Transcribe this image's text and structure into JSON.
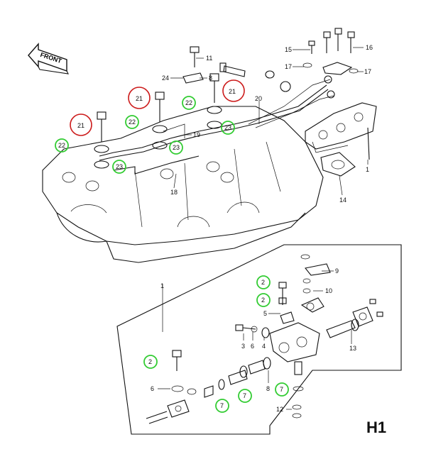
{
  "diagram": {
    "front_label": "FRONT",
    "page_code": "H1",
    "colors": {
      "red_ring": "#cc1a1a",
      "green_ring": "#33cc33",
      "ink": "#111111"
    },
    "callouts": {
      "p15": "15",
      "p16": "16",
      "p11": "11",
      "p17a": "17",
      "p17b": "17",
      "p24": "24",
      "p8": "8",
      "p21a": "21",
      "p21b": "21",
      "p21c": "21",
      "p22a": "22",
      "p22b": "22",
      "p22c": "22",
      "p23a": "23",
      "p23b": "23",
      "p23c": "23",
      "p20": "20",
      "p19": "19",
      "p18": "18",
      "p1": "1",
      "p14": "14",
      "p1b": "1",
      "p9": "9",
      "p10": "10",
      "p2a": "2",
      "p2b": "2",
      "p5": "5",
      "p3": "3",
      "p6a": "6",
      "p4": "4",
      "p13": "13",
      "p2c": "2",
      "p6b": "6",
      "p7a": "7",
      "p7b": "7",
      "p7c": "7",
      "p8b": "8",
      "p12": "12"
    }
  }
}
